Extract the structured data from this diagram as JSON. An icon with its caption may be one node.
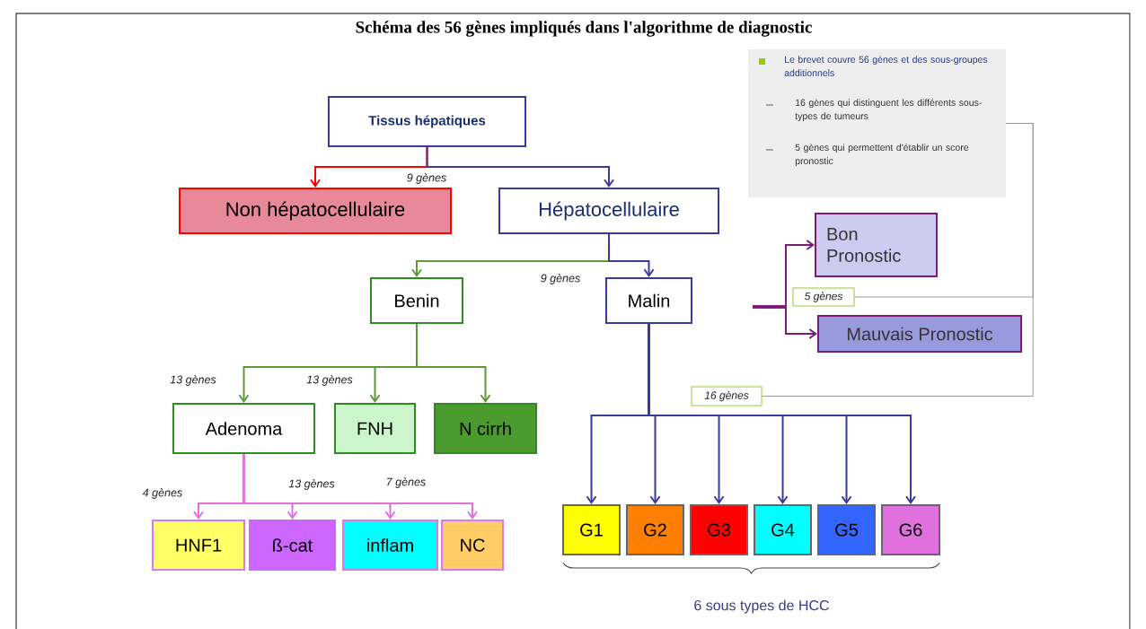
{
  "diagram": {
    "title": "Schéma des 56 gènes impliqués dans l'algorithme de diagnostic",
    "nodes": [
      {
        "text": [
          "Tissus hépatiques"
        ]
      },
      {
        "text": [
          "Non hépatocellulaire"
        ]
      },
      {
        "text": [
          "Hépatocellulaire"
        ]
      },
      {
        "text": [
          "Benin"
        ]
      },
      {
        "text": [
          "Malin"
        ]
      },
      {
        "text": [
          "Adenoma"
        ]
      },
      {
        "text": [
          "FNH"
        ]
      },
      {
        "text": [
          "N cirrh"
        ]
      },
      {
        "text": [
          "HNF1"
        ]
      },
      {
        "text": [
          "ß-cat"
        ]
      },
      {
        "text": [
          "inflam"
        ]
      },
      {
        "text": [
          "NC"
        ]
      },
      {
        "text": [
          "G1"
        ]
      },
      {
        "text": [
          "G2"
        ]
      },
      {
        "text": [
          "G3"
        ]
      },
      {
        "text": [
          "G4"
        ]
      },
      {
        "text": [
          "G5"
        ]
      },
      {
        "text": [
          "G6"
        ]
      },
      {
        "text": [
          "Le brevet couvre 56 gènes et des sous-groupes additionnels",
          "16 gènes qui distinguent les différents sous-types de tumeurs",
          "5 gènes qui permettent d'établir un score pronostic"
        ]
      },
      {
        "text": [
          "Bon Pronostic"
        ]
      },
      {
        "text": [
          "Mauvais Pronostic"
        ]
      },
      {
        "text": [
          "5 gènes"
        ]
      },
      {
        "text": [
          "16 gènes"
        ]
      }
    ],
    "edges": [
      {
        "from": 0,
        "to": 1,
        "arrow": "to",
        "color": "#ff0000"
      },
      {
        "from": 0,
        "to": 2,
        "arrow": "to",
        "label": "9 gènes"
      },
      {
        "from": 2,
        "to": 3,
        "arrow": "to",
        "color": "#5a9a3a"
      },
      {
        "from": 2,
        "to": 4,
        "arrow": "to",
        "label": "9 gènes"
      },
      {
        "from": 3,
        "to": 5,
        "arrow": "to",
        "color": "#5a9a3a",
        "label": "13 gènes"
      },
      {
        "from": 3,
        "to": 6,
        "arrow": "to",
        "color": "#5a9a3a",
        "label": "13 gènes"
      },
      {
        "from": 3,
        "to": 7,
        "arrow": "to",
        "color": "#5a9a3a"
      },
      {
        "from": 5,
        "to": 8,
        "arrow": "to",
        "color": "#e070e0",
        "label": "4 gènes"
      },
      {
        "from": 5,
        "to": 9,
        "arrow": "to",
        "color": "#e070e0",
        "label": "13 gènes"
      },
      {
        "from": 5,
        "to": 10,
        "arrow": "to",
        "color": "#e070e0",
        "label": "7 gènes"
      },
      {
        "from": 5,
        "to": 11,
        "arrow": "to",
        "color": "#e070e0"
      },
      {
        "from": 4,
        "to": 12,
        "arrow": "to"
      },
      {
        "from": 4,
        "to": 13,
        "arrow": "to"
      },
      {
        "from": 4,
        "to": 14,
        "arrow": "to"
      },
      {
        "from": 4,
        "to": 15,
        "arrow": "to"
      },
      {
        "from": 4,
        "to": 16,
        "arrow": "to"
      },
      {
        "from": 4,
        "to": 17,
        "arrow": "to"
      },
      {
        "from": null,
        "to": 19,
        "arrow": "to",
        "color": "#7a1a7a"
      },
      {
        "from": null,
        "to": 20,
        "arrow": "to",
        "color": "#7a1a7a"
      },
      {
        "from": 18,
        "to": 21,
        "arrow": "none",
        "color": "#999999"
      },
      {
        "from": 18,
        "to": 22,
        "arrow": "none",
        "color": "#999999"
      }
    ],
    "labels": [
      "6 sous types de HCC"
    ]
  }
}
